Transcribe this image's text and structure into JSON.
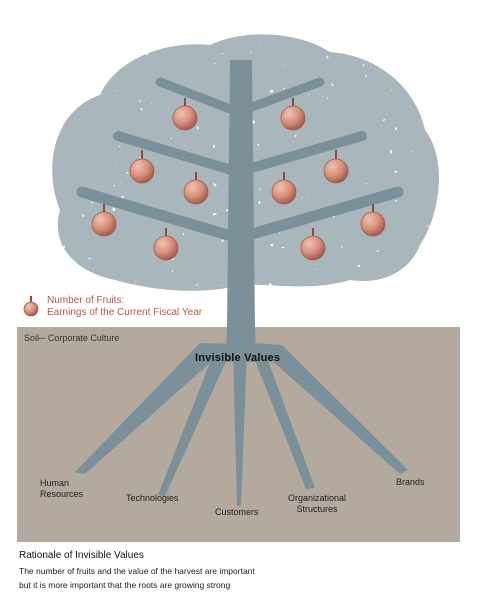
{
  "legend": {
    "line1": "Number of Fruits:",
    "line2": "Earnings of the Current Fiscal Year"
  },
  "soil": {
    "label": "Soil─ Corporate Culture"
  },
  "roots": {
    "title": "Invisible Values",
    "labels": [
      {
        "lines": [
          "Human",
          "Resources"
        ]
      },
      {
        "lines": [
          "Technologies"
        ]
      },
      {
        "lines": [
          "Customers"
        ]
      },
      {
        "lines": [
          "Organizational",
          "Structures"
        ]
      },
      {
        "lines": [
          "Brands"
        ]
      }
    ]
  },
  "rationale": {
    "title": "Rationale of Invisible Values",
    "line1": "The number of fruits and the value of the harvest are important",
    "line2": "but it is more important that the roots are growing strong"
  },
  "colors": {
    "trunk": "#7b9099",
    "canopy": "#a9b7bd",
    "soil": "#b3a99f",
    "fruit": "#d68f7c",
    "fruit_stem": "#8e4a3c",
    "legend_text": "#b4574e"
  }
}
